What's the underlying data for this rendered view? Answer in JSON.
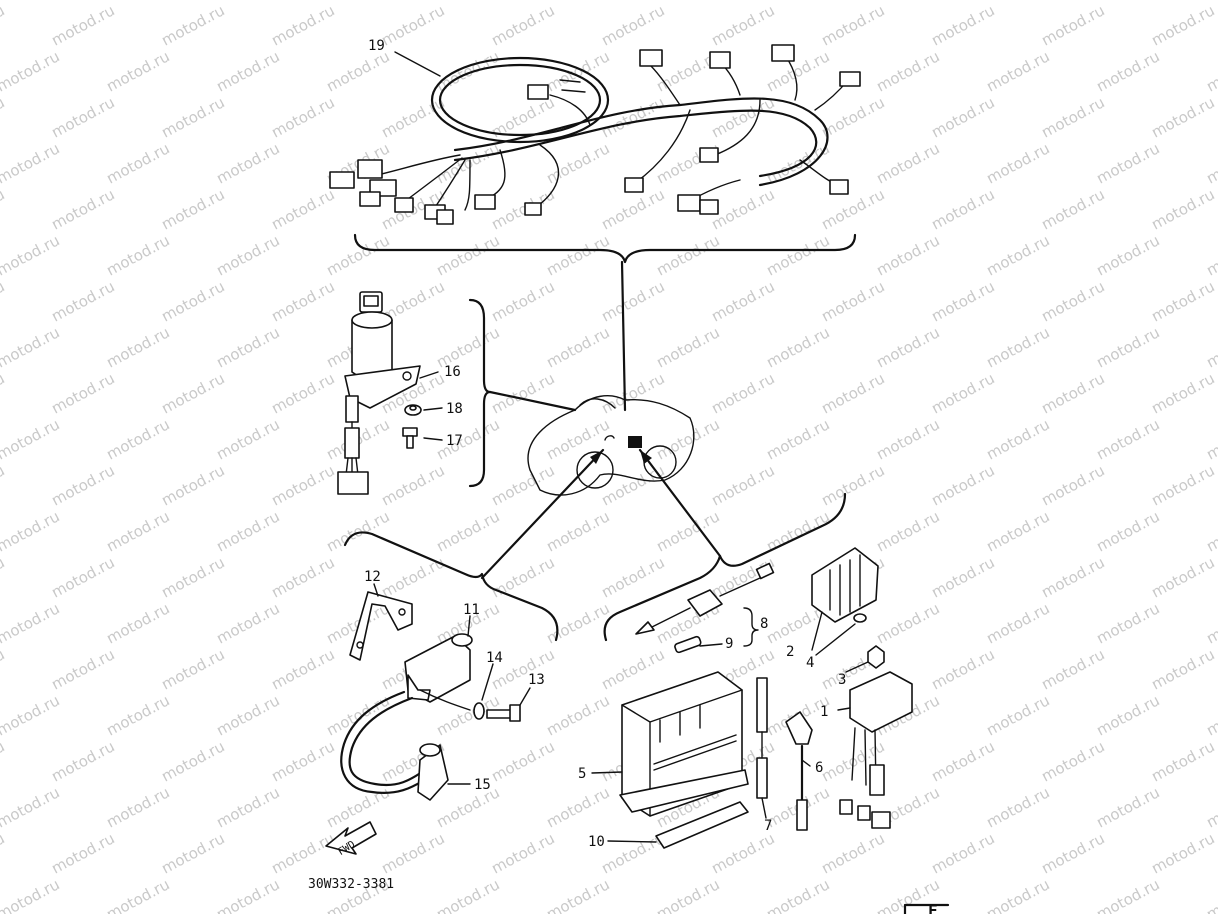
{
  "diagram": {
    "watermark": "motod.ru",
    "drawing_code": "30W332-3381",
    "fwd_label": "FWD",
    "corner_mark": "F",
    "callouts": [
      {
        "id": "c1",
        "label": "1"
      },
      {
        "id": "c2",
        "label": "2"
      },
      {
        "id": "c3",
        "label": "3"
      },
      {
        "id": "c4",
        "label": "4"
      },
      {
        "id": "c5",
        "label": "5"
      },
      {
        "id": "c6",
        "label": "6"
      },
      {
        "id": "c7",
        "label": "7"
      },
      {
        "id": "c8",
        "label": "8"
      },
      {
        "id": "c9",
        "label": "9"
      },
      {
        "id": "c10",
        "label": "10"
      },
      {
        "id": "c11",
        "label": "11"
      },
      {
        "id": "c12",
        "label": "12"
      },
      {
        "id": "c13",
        "label": "13"
      },
      {
        "id": "c14",
        "label": "14"
      },
      {
        "id": "c15",
        "label": "15"
      },
      {
        "id": "c16",
        "label": "16"
      },
      {
        "id": "c17",
        "label": "17"
      },
      {
        "id": "c18",
        "label": "18"
      },
      {
        "id": "c19",
        "label": "19"
      }
    ]
  }
}
